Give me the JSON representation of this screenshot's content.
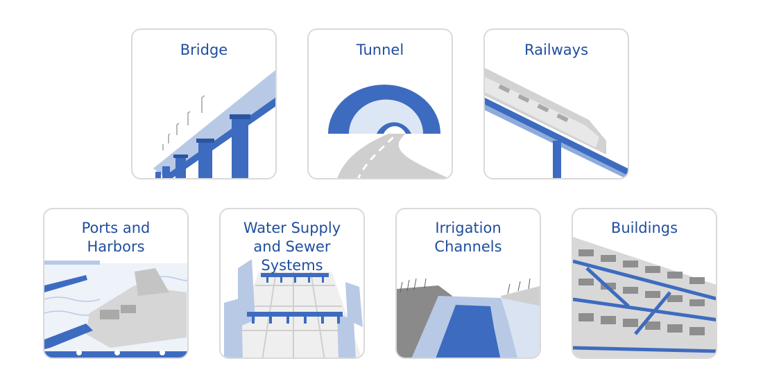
{
  "cards": [
    {
      "id": "bridge",
      "title_lines": [
        "Bridge"
      ]
    },
    {
      "id": "tunnel",
      "title_lines": [
        "Tunnel"
      ]
    },
    {
      "id": "railways",
      "title_lines": [
        "Railways"
      ]
    },
    {
      "id": "ports-and-harbors",
      "title_lines": [
        "Ports and",
        "Harbors"
      ]
    },
    {
      "id": "water-supply-and-sewer-systems",
      "title_lines": [
        "Water Supply",
        "and Sewer Systems"
      ]
    },
    {
      "id": "irrigation-channels",
      "title_lines": [
        "Irrigation",
        "Channels"
      ]
    },
    {
      "id": "buildings",
      "title_lines": [
        "Buildings"
      ]
    }
  ],
  "colors": {
    "primary_blue": "#3d6bbf",
    "light_blue": "#b8c9e6",
    "pale_blue": "#dde6f4",
    "title_blue": "#1f4e9c",
    "gray": "#c9c9c9",
    "light_gray": "#e6e6e6",
    "border": "#d9d9d9"
  }
}
